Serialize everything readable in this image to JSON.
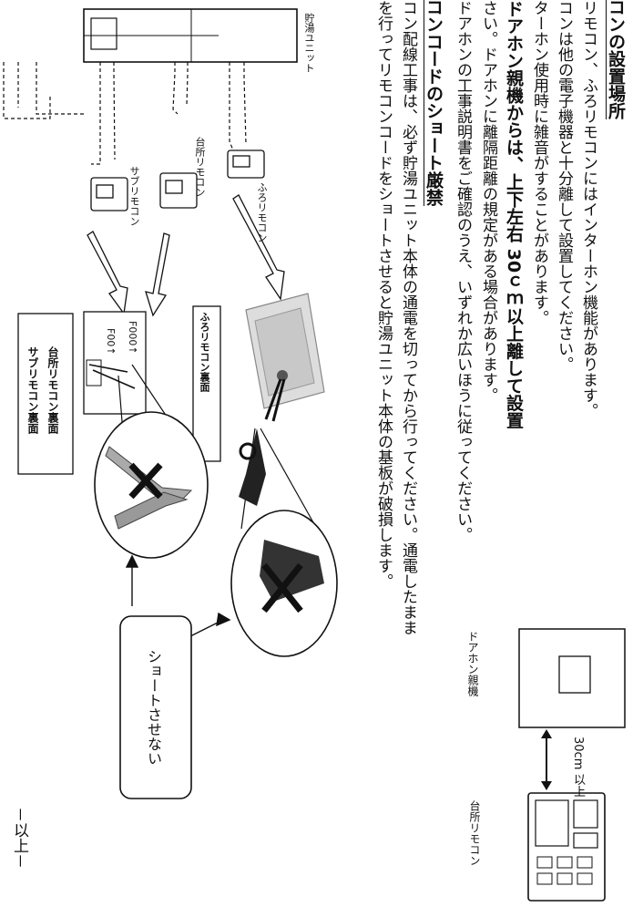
{
  "document": {
    "section1": {
      "heading": "コンの設置場所",
      "lines": [
        "リモコン、ふろリモコンにはインターホン機能があります。",
        "コンは他の電子機器と十分離して設置してください。",
        "ターホン使用時に雑音がすることがあります。",
        "ドアホン親機からは、上下左右 30ｃｍ以上離して設置",
        "さい。ドアホンに離隔距離の規定がある場合があります。",
        "ドアホンの工事説明書をご確認のうえ、いずれか広いほうに従ってください。"
      ]
    },
    "section2": {
      "heading": "コンコードのショート厳禁",
      "lines": [
        "コン配線工事は、必ず貯湯ユニット本体の通電を切ってから行ってください。通電したまま",
        "を行ってリモコンコードをショートさせると貯湯ユニット本体の基板が破損します。"
      ]
    },
    "footer": "－以上－"
  },
  "diagram_top": {
    "unit_label": "貯湯ユニット",
    "remote_bath": "ふろリモコン",
    "remote_kitchen": "台所リモコン",
    "remote_sub": "サブリモコン",
    "back_label_bath": "ふろリモコン裏面",
    "back_label_kitchen": "台所リモコン裏面",
    "back_label_sub": "サブリモコン裏面",
    "terminal_text_a": "F000↑",
    "terminal_text_b": "F00↑",
    "callout": "ショートさせない"
  },
  "diagram_right": {
    "doorphone_label": "ドアホン親機",
    "distance_label": "30cm 以上",
    "kitchen_remote_label": "台所リモコン"
  }
}
